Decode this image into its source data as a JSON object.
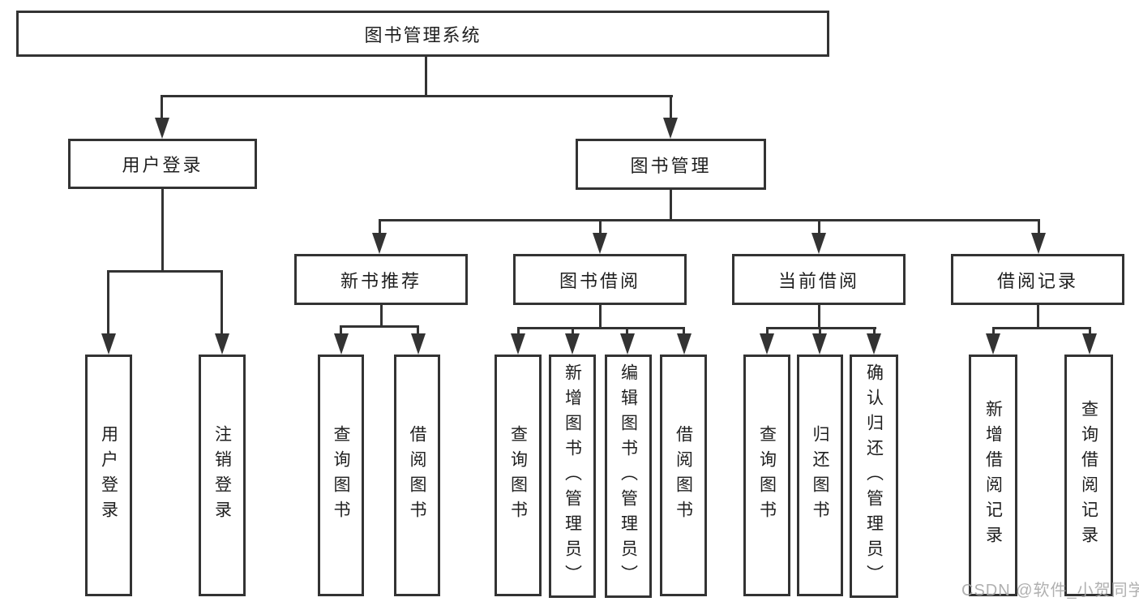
{
  "diagram_title": "图书管理系统",
  "tree": {
    "root": {
      "label": "图书管理系统"
    },
    "branches": [
      {
        "label": "用户登录",
        "children": [
          "用户登录",
          "注销登录"
        ]
      },
      {
        "label": "图书管理",
        "children": [
          {
            "label": "新书推荐",
            "children": [
              "查询图书",
              "借阅图书"
            ]
          },
          {
            "label": "图书借阅",
            "children": [
              "查询图书",
              "新增图书（管理员）",
              "编辑图书（管理员）",
              "借阅图书"
            ]
          },
          {
            "label": "当前借阅",
            "children": [
              "查询图书",
              "归还图书",
              "确认归还（管理员）"
            ]
          },
          {
            "label": "借阅记录",
            "children": [
              "新增借阅记录",
              "查询借阅记录"
            ]
          }
        ]
      }
    ]
  },
  "watermark": {
    "text": "CSDN @软件_小贺同学"
  },
  "colors": {
    "line": "#333333",
    "box_border": "#333333",
    "box_background": "#ffffff",
    "text": "#1f1f1f",
    "watermark": "#a8a8a8",
    "page_background": "#ffffff"
  }
}
